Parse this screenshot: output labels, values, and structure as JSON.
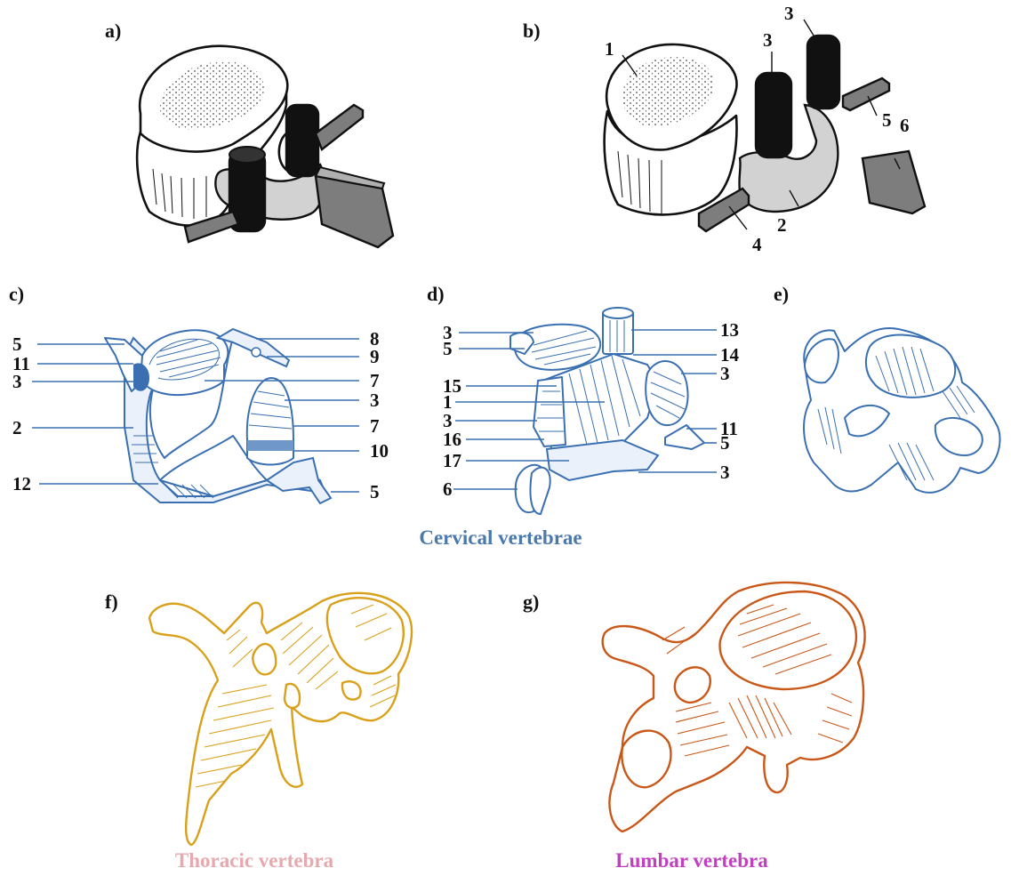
{
  "panels": {
    "a": "a)",
    "b": "b)",
    "c": "c)",
    "d": "d)",
    "e": "e)",
    "f": "f)",
    "g": "g)"
  },
  "labels_b": [
    "1",
    "3",
    "3",
    "5",
    "6",
    "2",
    "4"
  ],
  "labels_c_left": [
    "5",
    "11",
    "3",
    "2",
    "12"
  ],
  "labels_c_right": [
    "8",
    "9",
    "7",
    "3",
    "7",
    "10",
    "5"
  ],
  "labels_d_left": [
    "3",
    "5",
    "15",
    "1",
    "3",
    "16",
    "17",
    "6"
  ],
  "labels_d_right": [
    "13",
    "14",
    "3",
    "11",
    "5",
    "3"
  ],
  "captions": {
    "cervical": "Cervical vertebrae",
    "thoracic": "Thoracic vertebra",
    "lumbar": "Lumbar vertebra"
  },
  "colors": {
    "cervical": "#4a79ad",
    "thoracic": "#e7a9ae",
    "lumbar": "#c23fc0",
    "thoracic_drawing": "#d9a019",
    "lumbar_drawing": "#c95818"
  }
}
